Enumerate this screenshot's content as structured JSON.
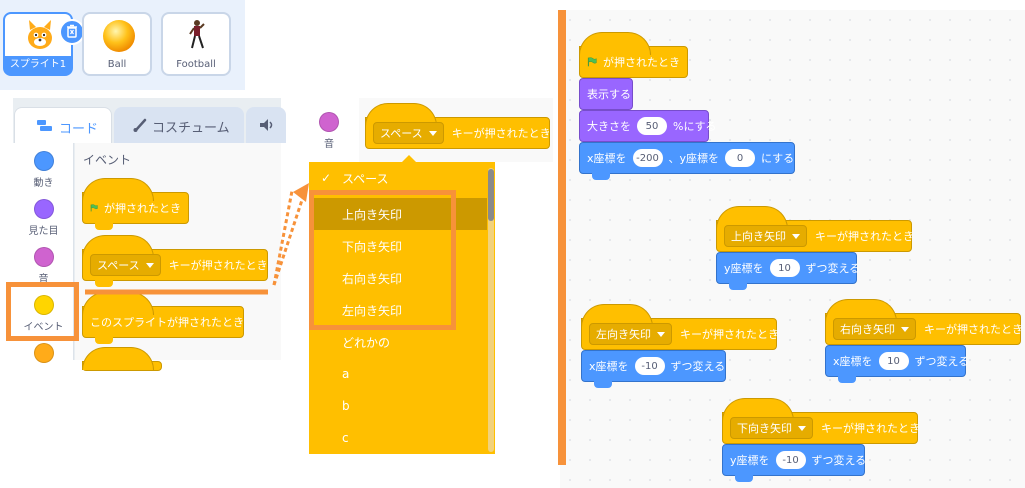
{
  "sprites": [
    {
      "name": "スプライト1",
      "selected": true,
      "icon": "cat-icon"
    },
    {
      "name": "Ball",
      "selected": false,
      "icon": "ball-icon"
    },
    {
      "name": "Football",
      "selected": false,
      "icon": "football-player-icon"
    }
  ],
  "tabs": {
    "code": "コード",
    "costumes": "コスチューム"
  },
  "categories": [
    {
      "label": "動き",
      "color": "#4c97ff"
    },
    {
      "label": "見た目",
      "color": "#9966ff"
    },
    {
      "label": "音",
      "color": "#cf63cf"
    },
    {
      "label": "イベント",
      "color": "#ffd500"
    },
    {
      "label": "",
      "color": "#ffab19"
    }
  ],
  "palette": {
    "heading": "イベント",
    "flag_hat": "が押されたとき",
    "key_hat_key": "スペース",
    "key_hat_suffix": "キーが押されたとき",
    "sprite_clicked": "このスプライトが押されたとき"
  },
  "middle": {
    "sound_label": "音",
    "block_key": "スペース",
    "block_suffix": "キーが押されたとき"
  },
  "dropdown": {
    "items": [
      "スペース",
      "上向き矢印",
      "下向き矢印",
      "右向き矢印",
      "左向き矢印",
      "どれかの",
      "a",
      "b",
      "c"
    ],
    "selected_index": 0,
    "highlight_index": 1,
    "check_glyph": "✓"
  },
  "script": {
    "flag_hat": "が押されたとき",
    "show": "表示する",
    "size_pre": "大きさを",
    "size_val": "50",
    "size_post": "%にする",
    "goto_x_pre": "x座標を",
    "goto_x_val": "-200",
    "goto_y_pre": "、y座標を",
    "goto_y_val": "0",
    "goto_post": "にする",
    "up_key": "上向き矢印",
    "down_key": "下向き矢印",
    "left_key": "左向き矢印",
    "right_key": "右向き矢印",
    "key_suffix": "キーが押されたとき",
    "y_change_pre": "y座標を",
    "x_change_pre": "x座標を",
    "change_post": "ずつ変える",
    "up_val": "10",
    "down_val": "-10",
    "left_val": "-10",
    "right_val": "10"
  },
  "colors": {
    "events": "#ffbf00",
    "looks": "#9966ff",
    "motion": "#4c97ff",
    "highlight": "#f7923a"
  }
}
